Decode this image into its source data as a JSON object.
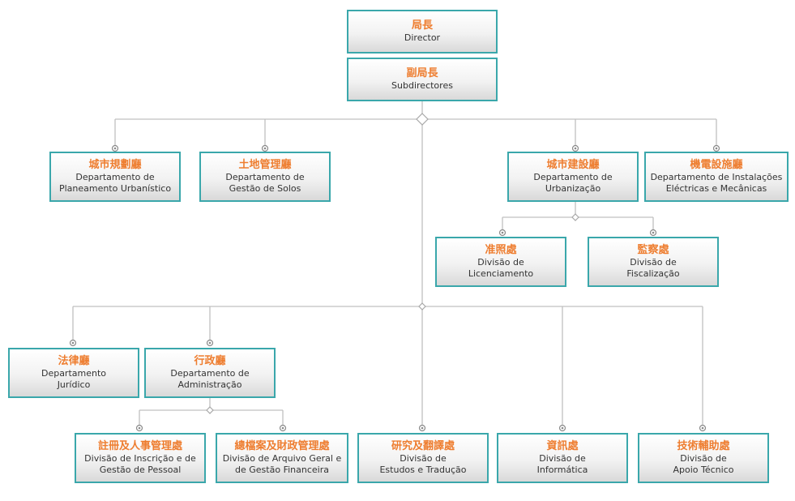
{
  "colors": {
    "border": "#3aa7ab",
    "title_zh": "#ee7d2f",
    "text": "#333333",
    "connector": "#c0c0c0"
  },
  "nodes": {
    "director": {
      "zh": "局長",
      "pt": [
        "Director"
      ]
    },
    "subdirectors": {
      "zh": "副局長",
      "pt": [
        "Subdirectores"
      ]
    },
    "urban_planning": {
      "zh": "城市規劃廳",
      "pt": [
        "Departamento de",
        "Planeamento Urbanístico"
      ]
    },
    "land_management": {
      "zh": "土地管理廳",
      "pt": [
        "Departamento de",
        "Gestão de Solos"
      ]
    },
    "urbanization": {
      "zh": "城市建設廳",
      "pt": [
        "Departamento de",
        "Urbanização"
      ]
    },
    "electromechanical": {
      "zh": "機電設施廳",
      "pt": [
        "Departamento de Instalações",
        "Eléctricas e Mecânicas"
      ]
    },
    "licensing": {
      "zh": "准照處",
      "pt": [
        "Divisão de",
        "Licenciamento"
      ]
    },
    "inspection": {
      "zh": "監察處",
      "pt": [
        "Divisão de",
        "Fiscalização"
      ]
    },
    "legal": {
      "zh": "法律廳",
      "pt": [
        "Departamento",
        "Jurídico"
      ]
    },
    "administration": {
      "zh": "行政廳",
      "pt": [
        "Departamento de",
        "Administração"
      ]
    },
    "personnel": {
      "zh": "註冊及人事管理處",
      "pt": [
        "Divisão de Inscrição e de",
        "Gestão de Pessoal"
      ]
    },
    "archive_finance": {
      "zh": "總檔案及財政管理處",
      "pt": [
        "Divisão de Arquivo Geral e",
        "de Gestão Financeira"
      ]
    },
    "studies_translation": {
      "zh": "研究及翻譯處",
      "pt": [
        "Divisão de",
        "Estudos e Tradução"
      ]
    },
    "informatics": {
      "zh": "資訊處",
      "pt": [
        "Divisão de",
        "Informática"
      ]
    },
    "technical_support": {
      "zh": "技術輔助處",
      "pt": [
        "Divisão de",
        "Apoio Técnico"
      ]
    }
  }
}
